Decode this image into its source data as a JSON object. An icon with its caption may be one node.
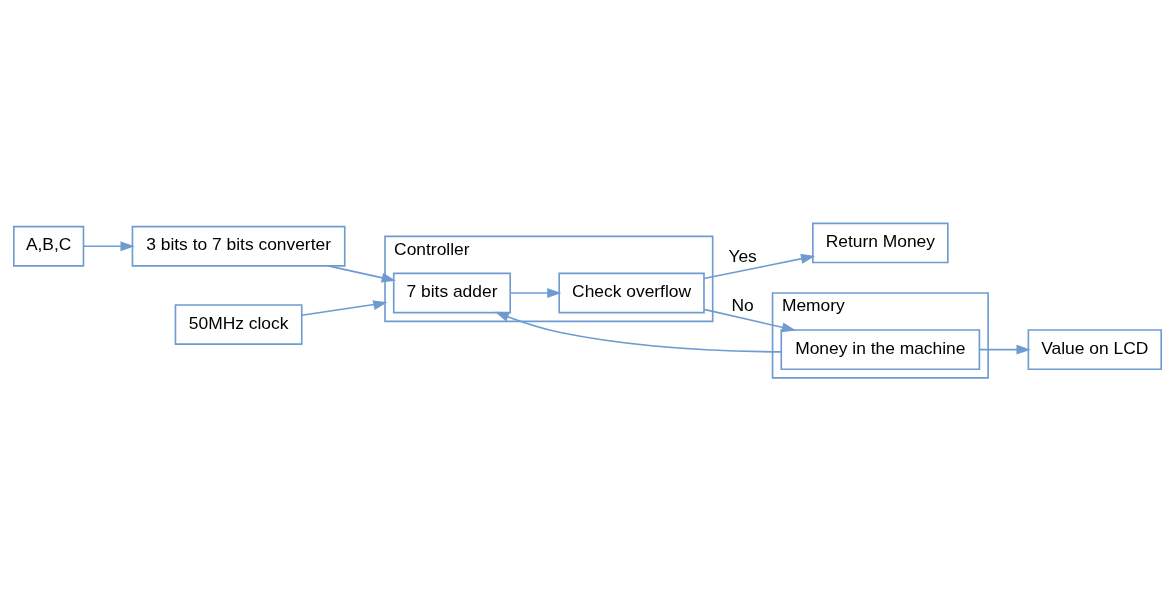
{
  "diagram": {
    "nodes": [
      {
        "text": [
          "A,B,C"
        ]
      },
      {
        "text": [
          "3 bits to 7 bits converter"
        ]
      },
      {
        "text": [
          "50MHz clock"
        ]
      },
      {
        "text": [
          "Return Money"
        ]
      },
      {
        "text": [
          "Controller"
        ]
      },
      {
        "text": [
          "7 bits adder"
        ],
        "in": 4
      },
      {
        "text": [
          "Check overflow"
        ],
        "in": 4
      },
      {
        "text": [
          "Memory"
        ]
      },
      {
        "text": [
          "Money in the machine"
        ],
        "in": 7
      },
      {
        "text": [
          "Value on LCD"
        ]
      }
    ],
    "edges": [
      {
        "from": 0,
        "to": 1,
        "arrow": "to"
      },
      {
        "from": 1,
        "to": 5,
        "arrow": "to"
      },
      {
        "from": 2,
        "to": 4,
        "arrow": "to"
      },
      {
        "from": 5,
        "to": 6,
        "arrow": "to"
      },
      {
        "from": 6,
        "to": 3,
        "arrow": "to",
        "label": "Yes"
      },
      {
        "from": 6,
        "to": 8,
        "arrow": "to",
        "label": "No"
      },
      {
        "from": 8,
        "to": 5,
        "arrow": "to"
      },
      {
        "from": 8,
        "to": 9,
        "arrow": "to"
      }
    ]
  }
}
